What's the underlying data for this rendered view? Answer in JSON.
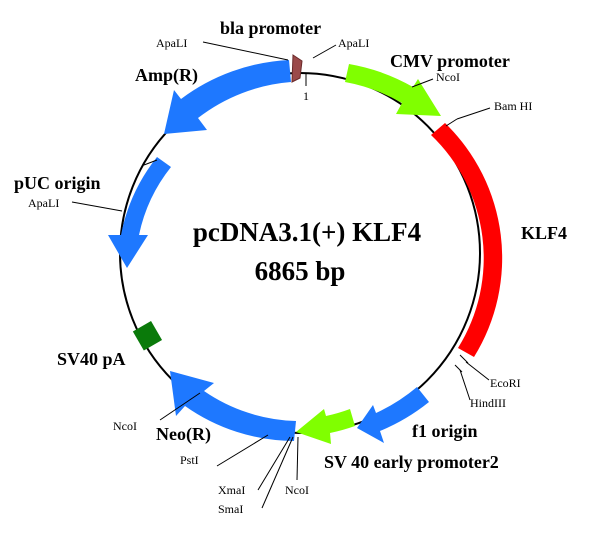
{
  "plasmid": {
    "name": "pcDNA3.1(+) KLF4",
    "size": "6865 bp",
    "origin_marker": "1"
  },
  "colors": {
    "backbone": "#000000",
    "cmv": "#80ff00",
    "klf4": "#ff0000",
    "f1": "#1e78ff",
    "sv40_early": "#80ff00",
    "neo": "#1e78ff",
    "sv40_pa": "#0a7a0a",
    "puc": "#1e78ff",
    "amp": "#1e78ff",
    "bla": "#9b4a4a"
  },
  "features": {
    "bla_promoter": "bla promoter",
    "cmv_promoter": "CMV promoter",
    "amp": "Amp(R)",
    "puc_origin": "pUC origin",
    "klf4": "KLF4",
    "sv40_pa": "SV40 pA",
    "f1_origin": "f1 origin",
    "neo": "Neo(R)",
    "sv40_early": "SV 40 early promoter2"
  },
  "sites": {
    "apali_1": "ApaLI",
    "apali_2": "ApaLI",
    "apali_3": "ApaLI",
    "ncoi_1": "NcoI",
    "bamhi": "Bam HI",
    "ecori": "EcoRI",
    "hindiii": "HindIII",
    "ncoi_2": "NcoI",
    "psti": "PstI",
    "xmai": "XmaI",
    "smai": "SmaI",
    "ncoi_3": "NcoI"
  }
}
